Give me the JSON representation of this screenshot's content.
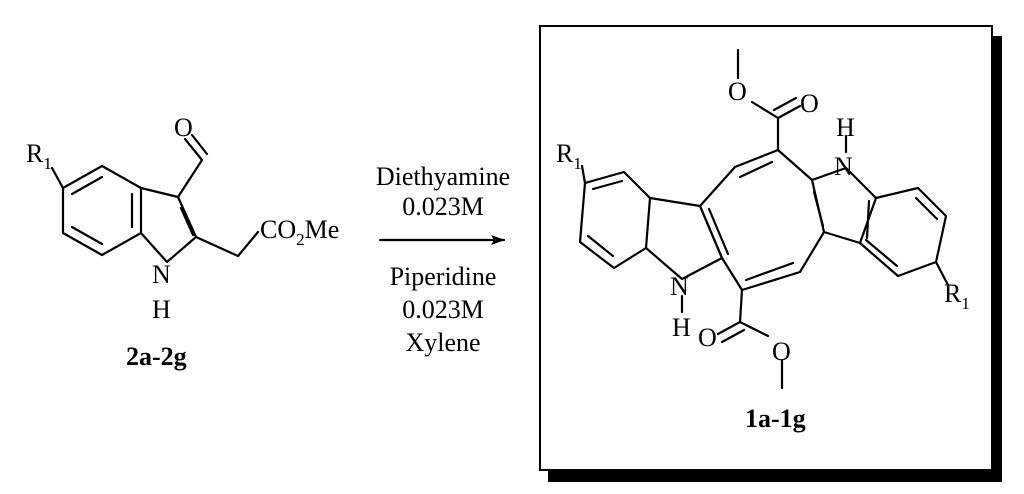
{
  "reactant": {
    "r1_main": "R",
    "r1_sub": "1",
    "oxygen": "O",
    "ester_main": "CO",
    "ester_sub": "2",
    "ester_tail": "Me",
    "nitrogen": "N",
    "hydrogen": "H",
    "compound_id": "2a-2g"
  },
  "conditions": {
    "above_line1": "Diethyamine",
    "above_line2": "0.023M",
    "below_line1": "Piperidine",
    "below_line2": "0.023M",
    "below_line3": "Xylene"
  },
  "product": {
    "oxygen_top": "O",
    "oxygen_bottom": "O",
    "nh_top_h": "H",
    "nh_top_n": "N",
    "nh_bottom_n": "N",
    "nh_bottom_h": "H",
    "r1_left_main": "R",
    "r1_left_sub": "1",
    "r1_right_main": "R",
    "r1_right_sub": "1",
    "compound_id": "1a-1g"
  },
  "colors": {
    "ink": "#000000",
    "background": "#ffffff"
  }
}
